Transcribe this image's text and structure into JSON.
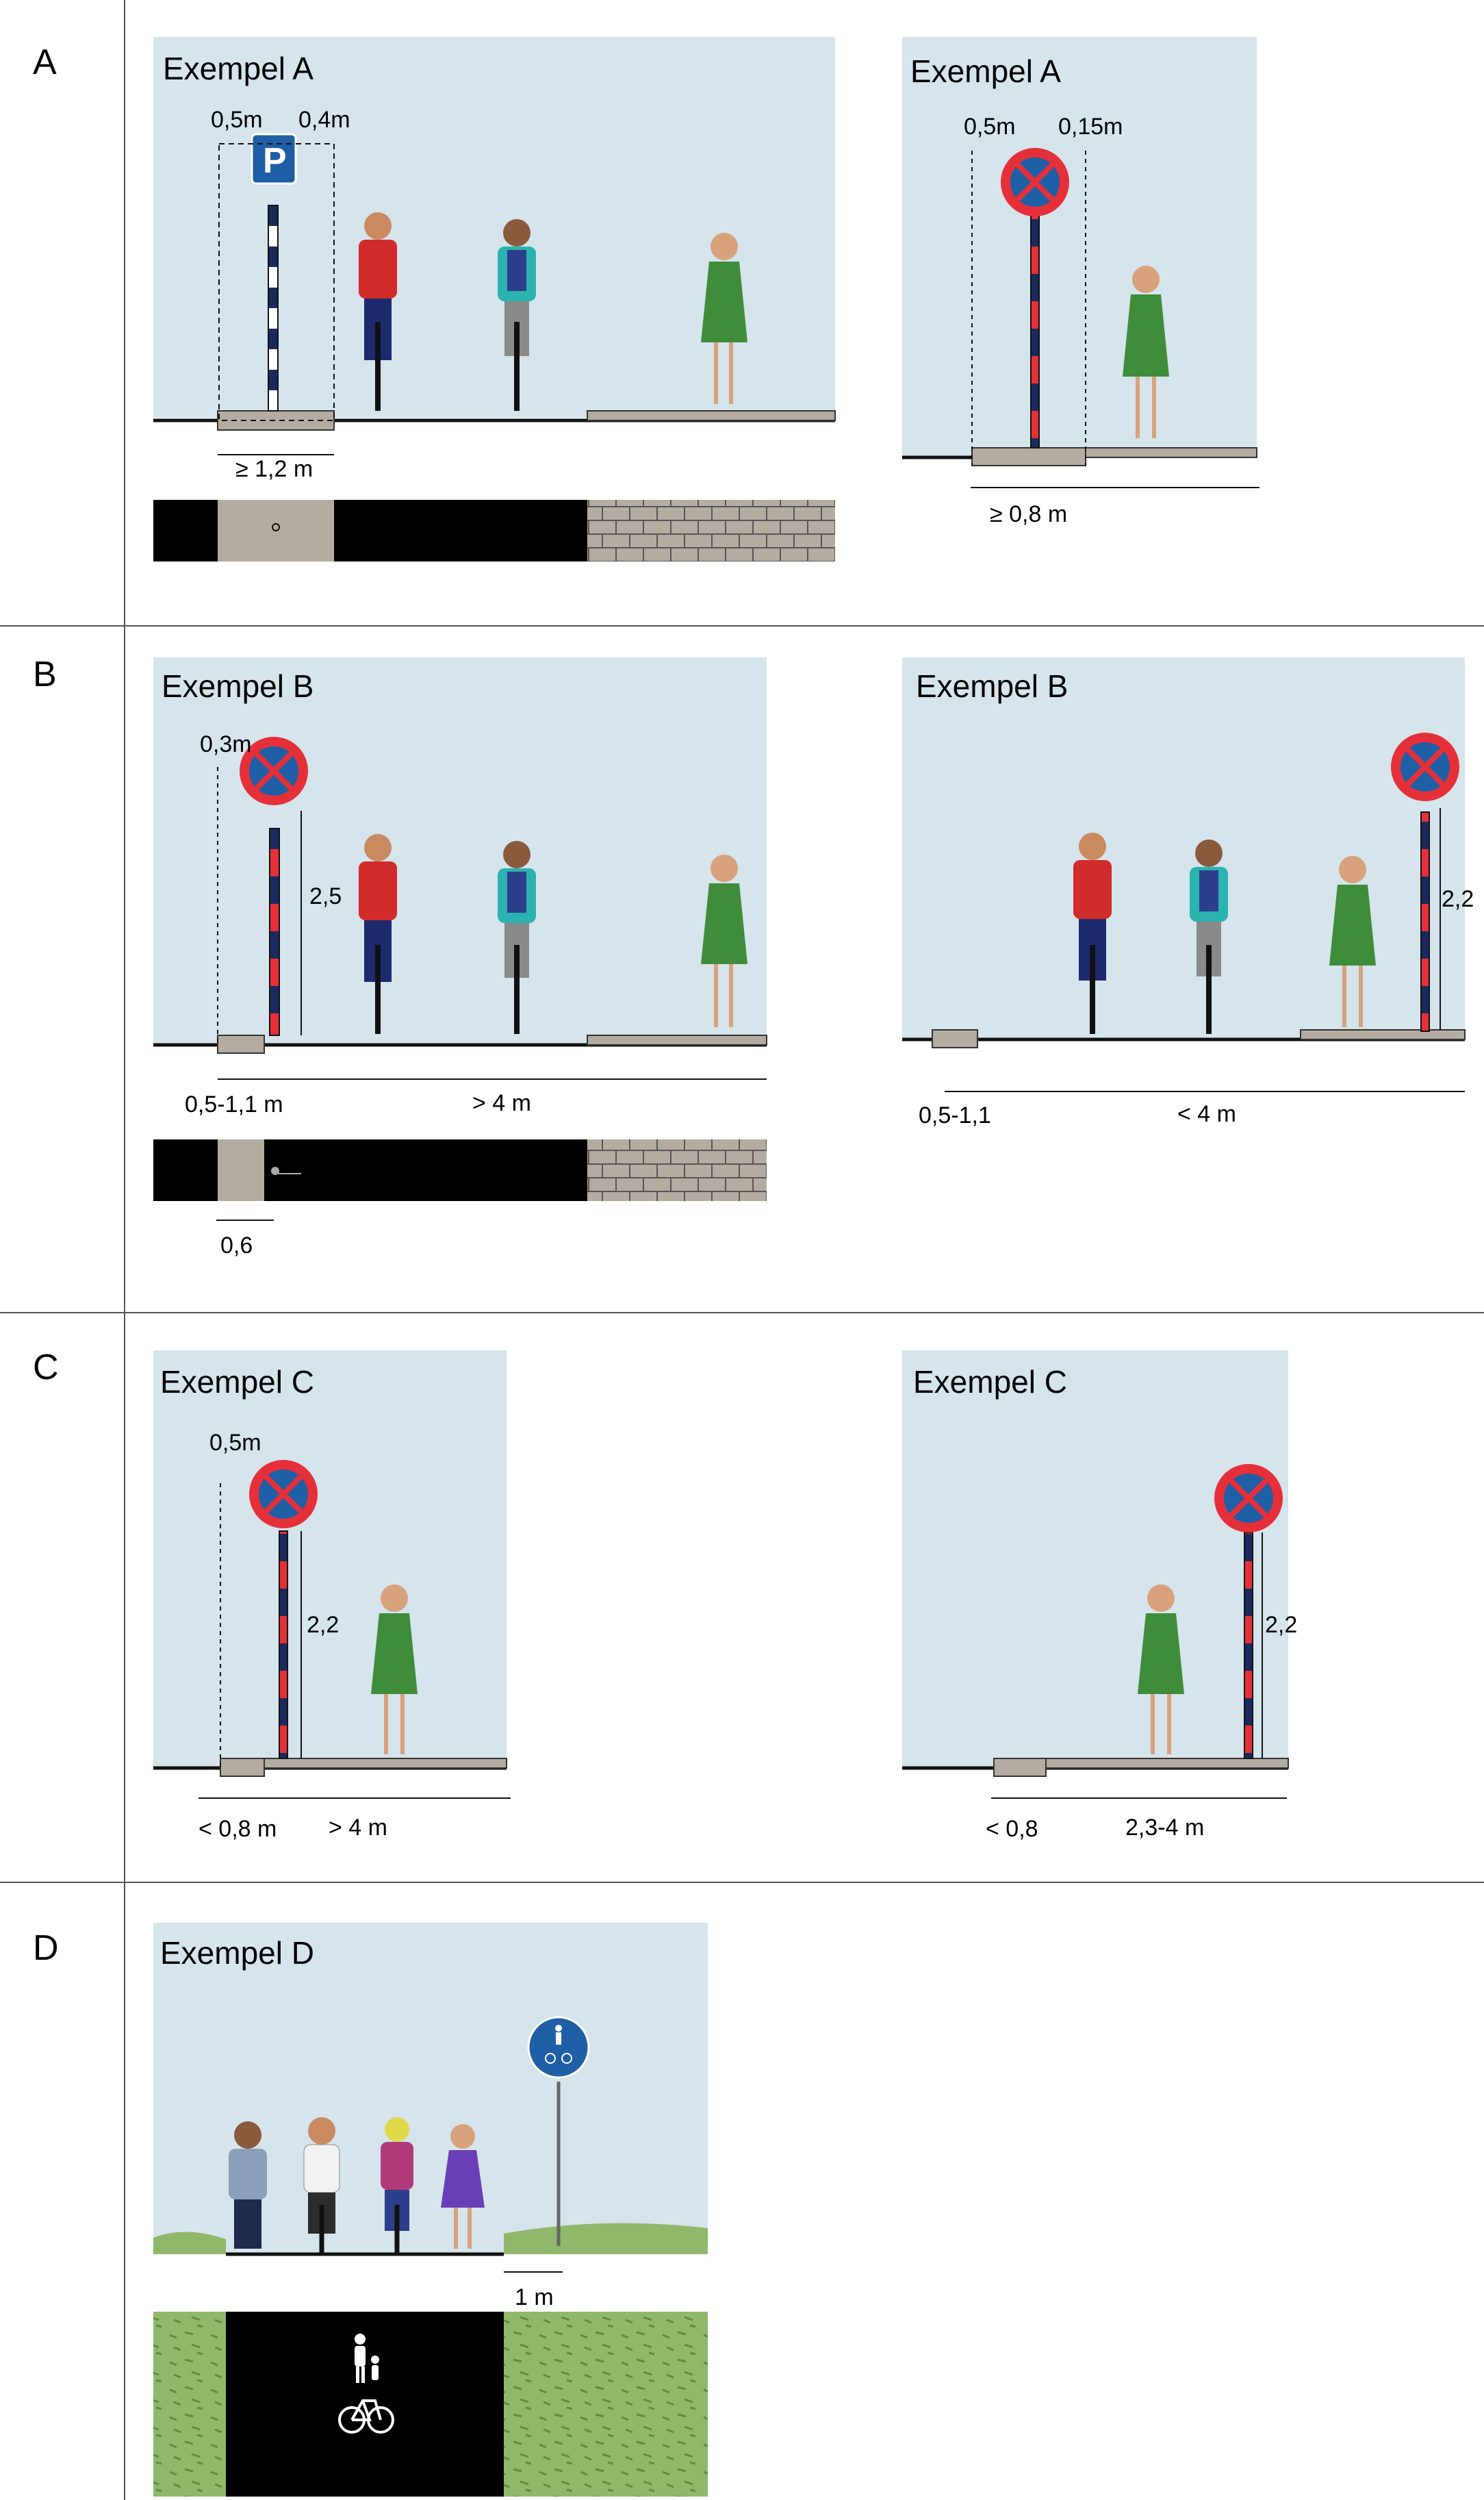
{
  "sections": [
    {
      "letter": "A"
    },
    {
      "letter": "B"
    },
    {
      "letter": "C"
    },
    {
      "letter": "D"
    }
  ],
  "panels": {
    "a1": {
      "title": "Exempel A",
      "dims": {
        "left_clear": "0,5m",
        "right_clear": "0,4m",
        "width": "≥ 1,2 m"
      },
      "sign": "parking-sign",
      "sign_letter": "P"
    },
    "a2": {
      "title": "Exempel A",
      "dims": {
        "left_clear": "0,5m",
        "right_clear": "0,15m",
        "width": "≥ 0,8 m"
      },
      "sign": "no-stopping-sign"
    },
    "b1": {
      "title": "Exempel B",
      "dims": {
        "offset": "0,3m",
        "height": "2,5",
        "width": "0,5-1,1 m",
        "road": "> 4 m",
        "post": "0,6"
      },
      "sign": "no-stopping-sign"
    },
    "b2": {
      "title": "Exempel B",
      "dims": {
        "height": "2,2",
        "width": "0,5-1,1",
        "road": "< 4 m"
      },
      "sign": "no-stopping-sign"
    },
    "c1": {
      "title": "Exempel C",
      "dims": {
        "offset": "0,5m",
        "height": "2,2",
        "width": "< 0,8 m",
        "road": "> 4 m"
      },
      "sign": "no-stopping-sign"
    },
    "c2": {
      "title": "Exempel C",
      "dims": {
        "height": "2,2",
        "width": "< 0,8",
        "road": "2,3-4 m"
      },
      "sign": "no-stopping-sign"
    },
    "d": {
      "title": "Exempel D",
      "dims": {
        "distance": "1 m"
      },
      "sign": "shared-path-sign"
    }
  },
  "colors": {
    "sky": "#d6e4ec",
    "curb": "#b5aca1",
    "road": "#000000",
    "grass": "#8fb86a",
    "sign_blue": "#1f5fa6",
    "sign_red": "#e53039",
    "rule": "#555555"
  }
}
